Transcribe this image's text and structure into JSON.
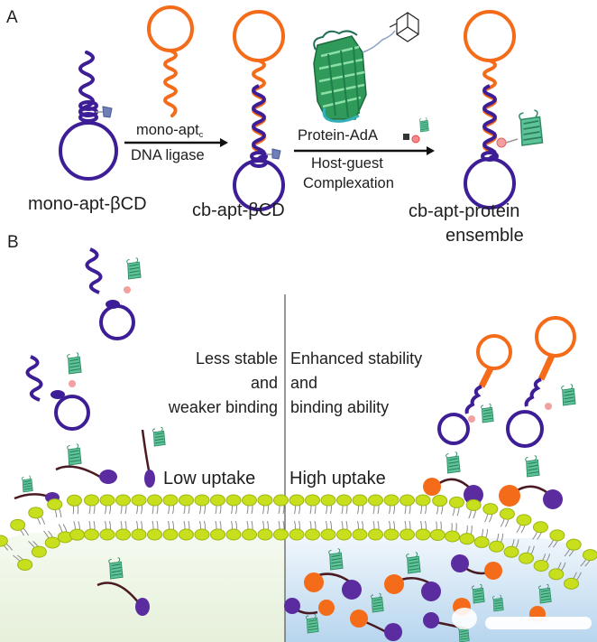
{
  "figure": {
    "panel_a": {
      "label": "A",
      "step1": {
        "reagent": "mono-apt",
        "reagent_subscript": "c",
        "condition": "DNA ligase"
      },
      "step2": {
        "reagent": "Protein-AdA",
        "condition_line1": "Host-guest",
        "condition_line2": "Complexation"
      },
      "species": [
        {
          "name": "mono-apt-βCD"
        },
        {
          "name": "cb-apt-βCD"
        },
        {
          "name_line1": "cb-apt-protein",
          "name_line2": "ensemble"
        }
      ]
    },
    "panel_b": {
      "label": "B",
      "left": {
        "line1": "Less stable",
        "line2": "and",
        "line3": "weaker binding",
        "uptake": "Low uptake"
      },
      "right": {
        "line1": "Enhanced stability",
        "line2": "and",
        "line3": "binding ability",
        "uptake": "High uptake"
      }
    },
    "colors": {
      "dna_strand_1": "#3d1e96",
      "dna_strand_2": "#f46b1a",
      "protein": "#3fae7a",
      "lipid_head": "#c8df1e",
      "cell_left": "#eef6e6",
      "cell_right": "#bcd8ee"
    }
  }
}
